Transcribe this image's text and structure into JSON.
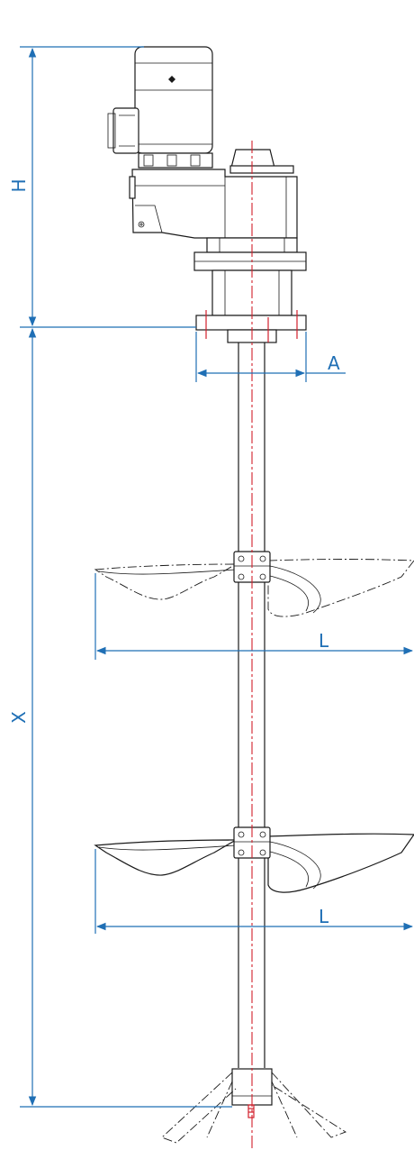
{
  "dimension_labels": {
    "h": "H",
    "x": "X",
    "a": "A",
    "l_upper": "L",
    "l_lower": "L"
  },
  "colors": {
    "dimension": "#1f6fb5",
    "centerline": "#d21f2b",
    "outline": "#1a1a1a"
  }
}
